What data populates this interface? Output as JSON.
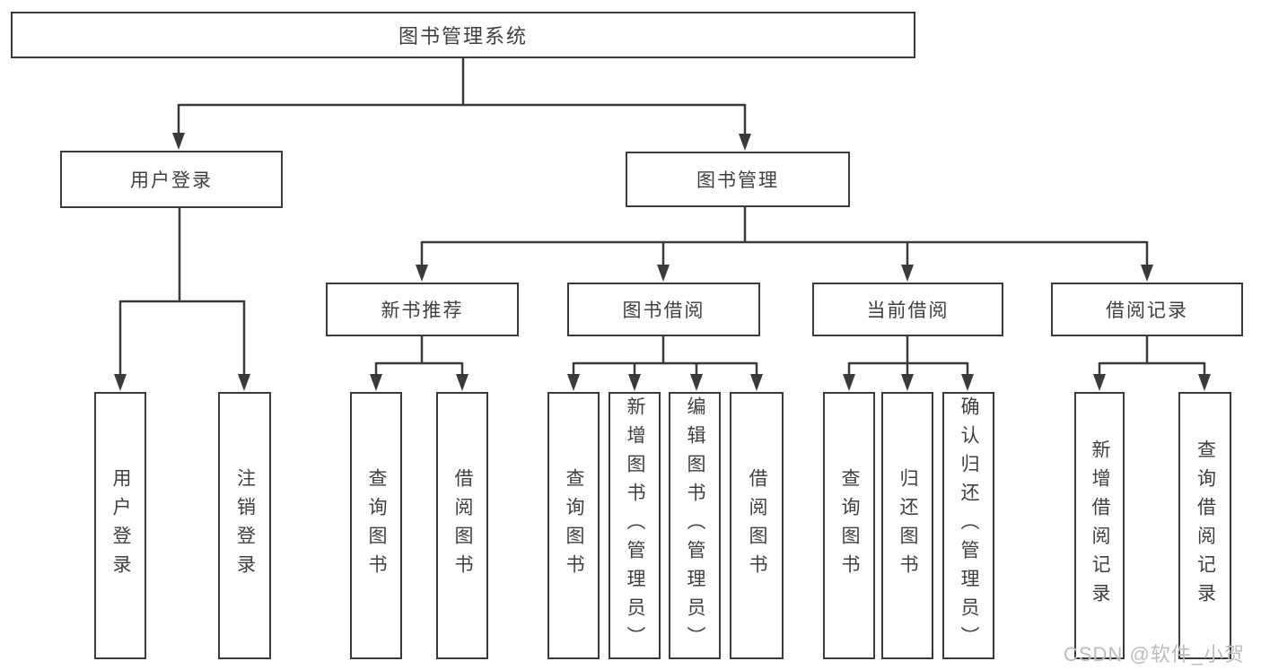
{
  "diagram": {
    "title": "图书管理系统",
    "watermark": "CSDN @软件_小贺同学",
    "colors": {
      "line": "#3a3a3a",
      "border": "#3a3a3a",
      "text": "#3f3f3f",
      "box_bg": "#ffffff",
      "background": "#ffffff",
      "watermark": "#bcbcbc"
    },
    "nodes": {
      "root": {
        "id": "root",
        "label": "图书管理系统"
      },
      "level2": [
        {
          "id": "user-login",
          "label": "用户登录",
          "parent": "root"
        },
        {
          "id": "book-management",
          "label": "图书管理",
          "parent": "root"
        }
      ],
      "level3": [
        {
          "id": "new-book-recommend",
          "label": "新书推荐",
          "parent": "book-management"
        },
        {
          "id": "book-borrow",
          "label": "图书借阅",
          "parent": "book-management"
        },
        {
          "id": "current-borrow",
          "label": "当前借阅",
          "parent": "book-management"
        },
        {
          "id": "borrow-record",
          "label": "借阅记录",
          "parent": "book-management"
        }
      ],
      "leaves": [
        {
          "id": "leaf-user-login",
          "label": "用户登录",
          "parent": "user-login"
        },
        {
          "id": "leaf-logout",
          "label": "注销登录",
          "parent": "user-login"
        },
        {
          "id": "leaf-query-books-recommend",
          "label": "查询图书",
          "parent": "new-book-recommend"
        },
        {
          "id": "leaf-borrow-books-recommend",
          "label": "借阅图书",
          "parent": "new-book-recommend"
        },
        {
          "id": "leaf-query-books-borrow",
          "label": "查询图书",
          "parent": "book-borrow"
        },
        {
          "id": "leaf-add-books-admin",
          "label": "新增图书（管理员）",
          "parent": "book-borrow"
        },
        {
          "id": "leaf-edit-books-admin",
          "label": "编辑图书（管理员）",
          "parent": "book-borrow"
        },
        {
          "id": "leaf-borrow-books",
          "label": "借阅图书",
          "parent": "book-borrow"
        },
        {
          "id": "leaf-query-books-current",
          "label": "查询图书",
          "parent": "current-borrow"
        },
        {
          "id": "leaf-return-books",
          "label": "归还图书",
          "parent": "current-borrow"
        },
        {
          "id": "leaf-confirm-return-admin",
          "label": "确认归还（管理员）",
          "parent": "current-borrow"
        },
        {
          "id": "leaf-add-borrow-record",
          "label": "新增借阅记录",
          "parent": "borrow-record"
        },
        {
          "id": "leaf-query-borrow-record",
          "label": "查询借阅记录",
          "parent": "borrow-record"
        }
      ]
    }
  }
}
